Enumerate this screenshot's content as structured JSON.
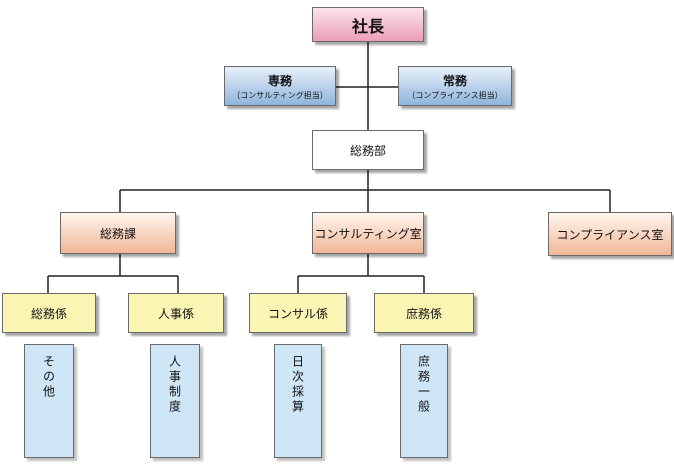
{
  "president": "社長",
  "exec1": {
    "title": "専務",
    "note": "（コンサルティング担当）"
  },
  "exec2": {
    "title": "常務",
    "note": "（コンプライアンス担当）"
  },
  "general_affairs_dept": "総務部",
  "sections": {
    "general_affairs": "総務課",
    "consulting": "コンサルティング室",
    "compliance": "コンプライアンス室"
  },
  "units": {
    "general": "総務係",
    "hr": "人事係",
    "consult": "コンサル係",
    "store": "庶務係"
  },
  "duties": {
    "other": "その他",
    "hr_system": "人事制度",
    "daily_accounting": "日次採算",
    "store_general": "庶務一般"
  }
}
